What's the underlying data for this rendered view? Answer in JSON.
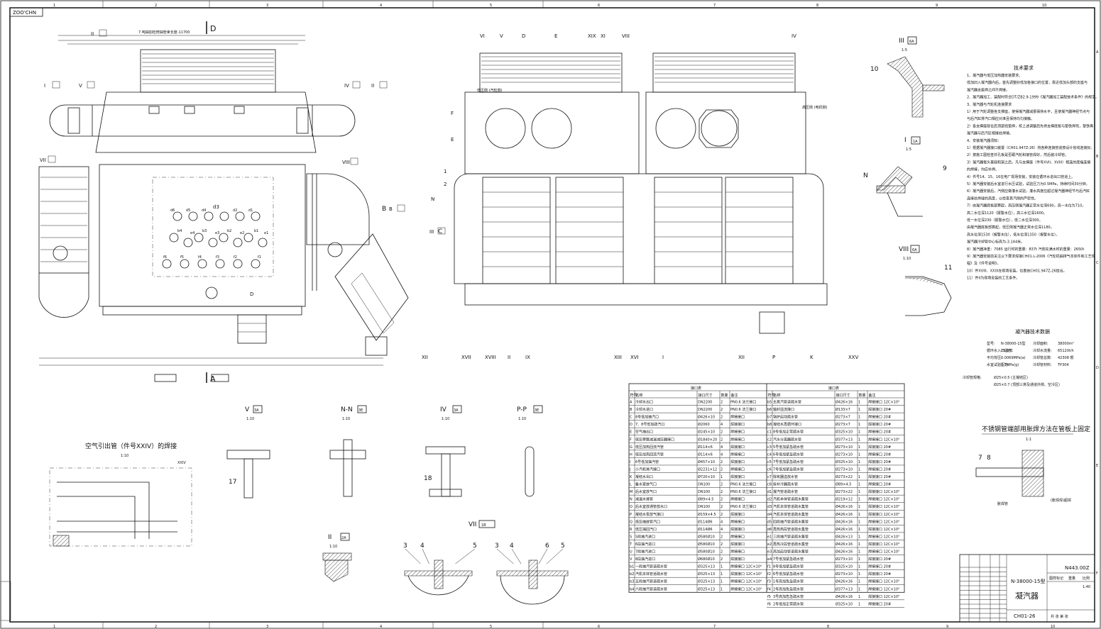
{
  "sheet": {
    "ref_stamp": "ZOO'CHN",
    "col_marks": [
      "1",
      "2",
      "3",
      "4",
      "5",
      "6",
      "7",
      "8",
      "9",
      "10"
    ],
    "row_marks": [
      "A",
      "B",
      "C",
      "D",
      "E",
      "F"
    ]
  },
  "main_view": {
    "section_cut": "D",
    "section_cut_bottom": "A",
    "note_top": "7.吨抽加检修抽管束长度-11700",
    "balloons": [
      "II",
      "I",
      "V",
      "IV",
      "II",
      "VII",
      "VIII",
      "B",
      "III"
    ],
    "tube_labels": [
      "d6",
      "d5",
      "d4",
      "d3",
      "d2",
      "d1",
      "b4",
      "b3",
      "b2",
      "b1",
      "e4",
      "e3",
      "e2",
      "e1",
      "f6",
      "f5",
      "f4",
      "f3",
      "f2",
      "f1"
    ],
    "lbl_D": "D",
    "lbl_B": "B"
  },
  "side_view": {
    "labels_top": [
      "VI",
      "V",
      "D",
      "E",
      "XIX",
      "XI",
      "VIII",
      "IV"
    ],
    "labels_left": [
      "F",
      "E",
      "N",
      "1",
      "2"
    ],
    "labels_bottom": [
      "XII",
      "XVII",
      "XVIII",
      "II",
      "IX",
      "XIII",
      "XVI",
      "I",
      "XII",
      "P",
      "K",
      "XXV"
    ],
    "left_side_note": "低压侧\n(汽轮侧)",
    "right_side_note": "高压侧\n(电机侧)",
    "lbl_N": "N",
    "lbl_C": "C"
  },
  "tech_req": {
    "title": "技术要求",
    "lines": [
      "1、凝汽器与低压加热器安装要求。",
      "   低加旧入凝汽器内后，首先调整好低加各接口的位置，靠近低加头部的支座与",
      "   凝汽器支座焊之间不焊接。",
      "2、凝汽器加工、装配时符合DT/ZB2.9-1999《凝汽器加工装配技术条件》的规定。",
      "3、凝汽器与汽轮机连接要求",
      "1）用于汽轮调整各支撑座，使得凝汽器减振保持水平，且使凝汽器神经节点与",
      "   与后汽缸排汽口相应对准且保持均匀接触。",
      "2）各支撑座就位后顶部找垫焊，校上述调整后先将支撑底板与垫铁焊死，垫铁再",
      "   凝汽器与后汽缸相接处焊接。",
      "4、安装凝汽器须知：",
      "1）根据凝汽器接口装置（CH01.947Z-26）将各种连接管道按设计划线连接好。",
      "2）按施工图检查并孔板是否跟汽轮和接管焊好，然后装冷却管。",
      "3）凝汽器每头基础和架之后，凡与支撑座（件号XVII、XVIII）相连的底端连接",
      "   的焊接，均应补焊。",
      "4）件号14、15、16在电厂现场安装，安装在循环水进出口管道上。",
      "5）凝汽器安装后水室进行水压试验，试验压力为0.5MPa，持续时间30分钟。",
      "6）凝汽器安装后，汽侧应做灌水试验，灌水高度应超过凝汽器神经节与后汽缸",
      "   连接处焊缝的高度，以检查其汽侧的严密性。",
      "7）由凝汽器底板部算起，高压侧凝汽器正常水位深690，高一水位为710，",
      "   高二水位深1120（报警水位），高三水位深1600。",
      "   低一水位深230（报警水位），低二水位深300。",
      "   由凝汽器底板部算起，低压侧凝汽器正常水位深1180，",
      "   高水位深1530（报警水位），低水位深1350（报警水位）。",
      "   凝汽器冷却管中心标高为-3.144米。",
      "8）凝汽器净重：7085    运行时的重量：837t    汽侧充满水时的重量：2650t",
      "9）凝汽器安装前关注以下要求焊接CH01.L-2006《汽轮机抽排气本体件和工艺规",
      "   程》及《件号说明》。",
      "10）件XVIII、XXIX在现场安装，位置由CH01.947Z-26给出。",
      "11）件II为现场安装的工艺条件。"
    ]
  },
  "tech_data": {
    "title": "凝汽器技术数据",
    "rows": [
      [
        "型号:",
        "N-38000-15型",
        "冷却面积:",
        "38000m²"
      ],
      [
        "循环水入口温度:",
        "25.5°C",
        "冷却水流量:",
        "65120t/h"
      ],
      [
        "平均背压:",
        "0.0069MPa(a)",
        "冷却管总数:",
        "42308 根"
      ],
      [
        "水室试验压力:",
        "0.5MPa(g)",
        "冷却管材料:",
        "TP304"
      ]
    ],
    "tube_spec_label": "冷却管规格:",
    "tube_spec_1": "Ø25×0.5  (主凝结区)",
    "tube_spec_2": "Ø25×0.7  (顶部三排及通道外侧、空冷区)"
  },
  "stainless_note": {
    "title": "不锈钢管端部用胀焊方法在管板上固定",
    "scale": "1:1",
    "callouts": [
      "7",
      "8"
    ],
    "weld_note": "(胀焊焊)超焊",
    "tube_note": "胀焊管"
  },
  "details": [
    {
      "id": "V",
      "ref": "3A",
      "scale": "1:10",
      "callout": "17"
    },
    {
      "id": "N-N",
      "ref": "3E",
      "scale": "1:10",
      "callout": ""
    },
    {
      "id": "IV",
      "ref": "3A",
      "scale": "1:10",
      "callout": "18"
    },
    {
      "id": "P-P",
      "ref": "3E",
      "scale": "1:10",
      "callout": ""
    },
    {
      "id": "II",
      "ref": "2A",
      "scale": "1:10",
      "callout": ""
    },
    {
      "id": "VII",
      "ref": "1B",
      "scale": "",
      "callout": ""
    },
    {
      "id": "III",
      "ref": "6A",
      "scale": "1:5",
      "callout": "10"
    },
    {
      "id": "I",
      "ref": "1A",
      "scale": "1:5",
      "callout": "9"
    },
    {
      "id": "VIII",
      "ref": "6A",
      "scale": "1:10",
      "callout": "11"
    }
  ],
  "weld_detail": {
    "title": "空气引出管（件号XXIV）的焊接",
    "scale": "1:10",
    "ref": "XXIV"
  },
  "vii_callouts": [
    "3",
    "4",
    "5",
    "3",
    "4",
    "6",
    "5"
  ],
  "nozzle_table": {
    "title_left": "接口表",
    "title_right": "接口表",
    "header": [
      "符号",
      "名称",
      "接口尺寸",
      "数量",
      "备注"
    ],
    "left_rows": [
      [
        "A",
        "冷却水出口",
        "DN2200",
        "2",
        "PN0.6 法兰接口"
      ],
      [
        "B",
        "冷却水进口",
        "DN2200",
        "2",
        "PN0.6 法兰接口"
      ],
      [
        "C",
        "8号低加抽汽口",
        "Ø426×10",
        "2",
        "焊接接口"
      ],
      [
        "D",
        "7、8号低加疏汽口",
        "Ø2060",
        "4",
        "焊接接口"
      ],
      [
        "E",
        "空气抽出口",
        "Ø245×10",
        "2",
        "焊接接口"
      ],
      [
        "F",
        "低压旁路减温减压器接口",
        "Ø1840×20",
        "2",
        "焊接接口"
      ],
      [
        "G",
        "低压加热回流汽管",
        "Ø114×6",
        "4",
        "焊接接口"
      ],
      [
        "H",
        "低压加热回流汽管",
        "Ø114×6",
        "4",
        "焊接接口"
      ],
      [
        "I",
        "6号低加抽汽管",
        "Ø457×10",
        "2",
        "焊接接口"
      ],
      [
        "J",
        "小汽机排汽接口",
        "Ø2231×12",
        "2",
        "焊接接口"
      ],
      [
        "K",
        "凝结水出口",
        "Ø720×10",
        "1",
        "焊接接口"
      ],
      [
        "L",
        "备水室放气口",
        "DN100",
        "2",
        "PN0.6 法兰接口"
      ],
      [
        "M",
        "后水室放气口",
        "DN100",
        "2",
        "PN0.6 法兰接口"
      ],
      [
        "N",
        "减温水接管",
        "Ø89×4.5",
        "2",
        "焊接接口"
      ],
      [
        "O",
        "后水室放通管放水口",
        "DN100",
        "2",
        "PN0.6 法兰接口"
      ],
      [
        "P",
        "凝结水泵放气接口",
        "Ø159×4.5",
        "2",
        "焊接接口"
      ],
      [
        "Q",
        "低压抽放管汽口",
        "Ø114Ø6",
        "4",
        "焊接接口"
      ],
      [
        "R",
        "低压抽回汽口",
        "Ø114Ø6",
        "4",
        "焊接接口"
      ],
      [
        "S",
        "5段抽汽进口",
        "Ø580Ø10",
        "2",
        "焊接接口"
      ],
      [
        "T",
        "6段抽汽进口",
        "Ø580Ø10",
        "2",
        "焊接接口"
      ],
      [
        "U",
        "7段抽汽进口",
        "Ø580Ø10",
        "2",
        "焊接接口"
      ],
      [
        "V",
        "8段抽汽进口",
        "Ø680Ø10",
        "2",
        "焊接接口"
      ],
      [
        "b1",
        "一段抽汽管道疏水管",
        "Ø325×13",
        "1",
        "焊接接口 12C×10°"
      ],
      [
        "b2",
        "汽机本体管道疏水管",
        "Ø325×13",
        "1",
        "焊接接口 12C×10°"
      ],
      [
        "b3",
        "五段抽汽管道疏水管",
        "Ø325×13",
        "1",
        "焊接接口 12C×10°"
      ],
      [
        "b4",
        "六段抽汽管道疏水管",
        "Ø325×13",
        "1",
        "焊接接口 12C×10°"
      ]
    ],
    "right_rows": [
      [
        "b5",
        "主蒸汽管道疏水管",
        "Ø426×16",
        "1",
        "焊接接口 12C×10°"
      ],
      [
        "b6",
        "轴封溢流接口",
        "Ø133×7",
        "1",
        "焊接接口 20#"
      ],
      [
        "b7",
        "锅炉启动疏水管",
        "Ø273×7",
        "1",
        "焊接接口 20#"
      ],
      [
        "b8",
        "凝结水再循环接口",
        "Ø273×7",
        "1",
        "焊接接口 20#"
      ],
      [
        "c1",
        "8号低加正常疏水管",
        "Ø325×10",
        "1",
        "焊接接口 20#"
      ],
      [
        "c2",
        "汽水分离器疏水管",
        "Ø377×13",
        "1",
        "焊接接口 12C×10°"
      ],
      [
        "c3",
        "5号低加紧急疏水管",
        "Ø273×10",
        "1",
        "焊接接口 20#"
      ],
      [
        "c4",
        "6号低加紧急疏水管",
        "Ø273×10",
        "1",
        "焊接接口 20#"
      ],
      [
        "c5",
        "7号低加紧急疏水管",
        "Ø325×10",
        "1",
        "焊接接口 20#"
      ],
      [
        "c6",
        "7号低加紧急疏水管",
        "Ø273×10",
        "1",
        "焊接接口 20#"
      ],
      [
        "c7",
        "除氧器溢放水管",
        "Ø273×22",
        "1",
        "焊接接口 20#"
      ],
      [
        "c8",
        "拆补冷器疏水管",
        "Ø89×4.5",
        "1",
        "焊接接口 20#"
      ],
      [
        "d1",
        "凝汽管道疏水管",
        "Ø273×22",
        "1",
        "焊接接口 12C×10°"
      ],
      [
        "d2",
        "汽机本体管道疏水集管",
        "Ø219×12",
        "1",
        "焊接接口 12C×10°"
      ],
      [
        "d3",
        "汽机本体管道疏水集管",
        "Ø426×16",
        "1",
        "焊接接口 12C×10°"
      ],
      [
        "d4",
        "汽机本体管道疏水集管",
        "Ø426×16",
        "1",
        "焊接接口 12C×10°"
      ],
      [
        "d5",
        "四段抽汽管道疏水集管",
        "Ø426×16",
        "1",
        "焊接接口 12C×10°"
      ],
      [
        "d6",
        "再热热段管道疏水集管",
        "Ø426×16",
        "1",
        "焊接接口 12C×10°"
      ],
      [
        "e1",
        "三段抽汽管道疏水集管",
        "Ø426×13",
        "1",
        "焊接接口 12C×10°"
      ],
      [
        "e2",
        "再热冷段管道疏水集管",
        "Ø426×16",
        "1",
        "焊接接口 12C×10°"
      ],
      [
        "e3",
        "高加启动管道疏水集管",
        "Ø426×16",
        "1",
        "焊接接口 12C×10°"
      ],
      [
        "e4",
        "7号低加紧急疏水管",
        "Ø273×10",
        "1",
        "焊接接口 20#"
      ],
      [
        "f1",
        "8号低加紧急疏水管",
        "Ø325×10",
        "1",
        "焊接接口 20#"
      ],
      [
        "f2",
        "6号低加紧急疏水管",
        "Ø273×10",
        "1",
        "焊接接口 20#"
      ],
      [
        "f3",
        "1号高加危急疏水管",
        "Ø426×16",
        "1",
        "焊接接口 12C×10°"
      ],
      [
        "f4",
        "2号高加危急疏水管",
        "Ø377×13",
        "1",
        "焊接接口 12C×10°"
      ],
      [
        "f5",
        "3号高加危急疏水管",
        "Ø426×16",
        "1",
        "焊接接口 12C×10°"
      ],
      [
        "f6",
        "2号低加正常疏水管",
        "Ø325×10",
        "1",
        "焊接接口 20#"
      ]
    ]
  },
  "title_block": {
    "drawing_no": "N443.00Z",
    "model": "N-38000-15型",
    "name": "凝汽器",
    "code": "CH01-26",
    "scale": "1:40",
    "header_cells": [
      "图样标记",
      "重量",
      "比例"
    ],
    "sheet_text": "共  张   第  张"
  },
  "colors": {
    "ink": "#111111",
    "paper": "#ffffff"
  }
}
